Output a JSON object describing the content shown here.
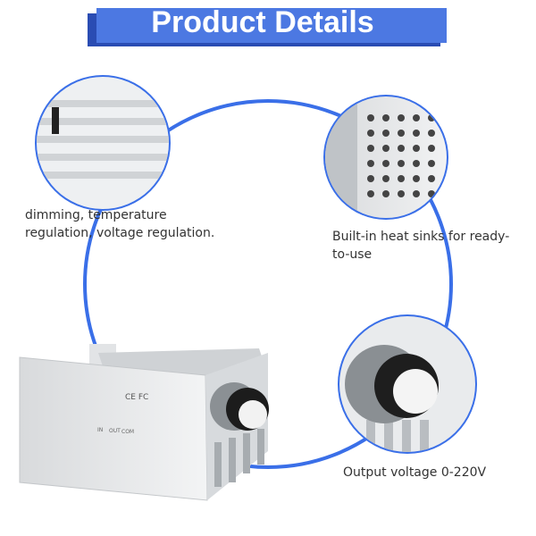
{
  "banner": {
    "title": "Product Details"
  },
  "captions": {
    "top_left": "dimming, temperature regulation, voltage regulation.",
    "top_right": "Built-in heat sinks for ready-to-use",
    "bottom_right": "Output voltage 0-220V"
  },
  "device_label": {
    "marks": "CE FC",
    "buttons": [
      "IN",
      "OUT",
      "COM"
    ]
  },
  "colors": {
    "accent": "#3a6fe8",
    "banner": "#4c78e2",
    "banner_shadow": "#2a4cb3"
  }
}
